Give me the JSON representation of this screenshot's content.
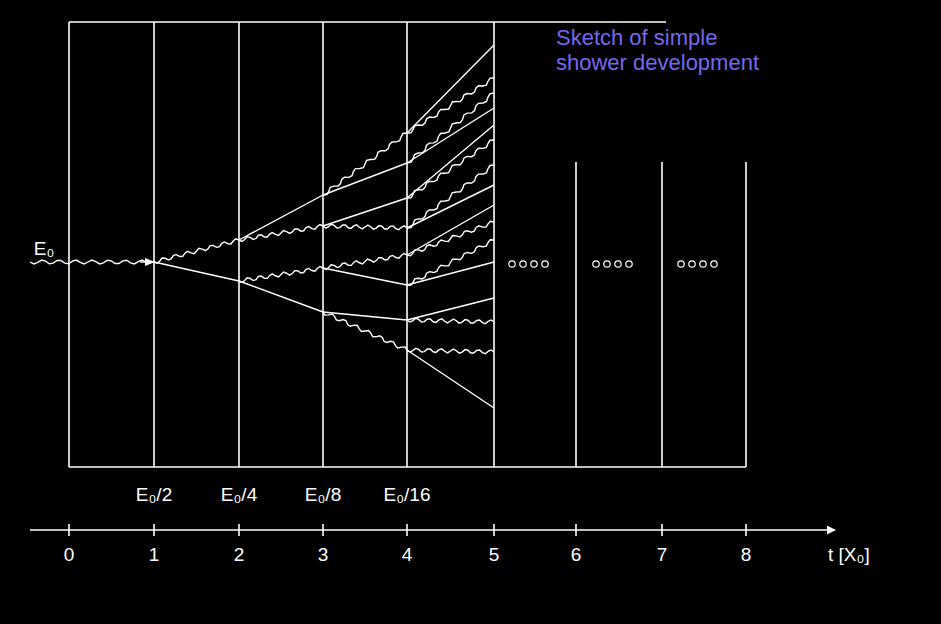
{
  "diagram": {
    "title": "Sketch of simple shower development",
    "labels": [
      "E₀",
      "E₀/2",
      "E₀/4",
      "E₀/8",
      "E₀/16",
      "0",
      "1",
      "2",
      "3",
      "4",
      "5",
      "6",
      "7",
      "8",
      "t [X₀]"
    ]
  }
}
